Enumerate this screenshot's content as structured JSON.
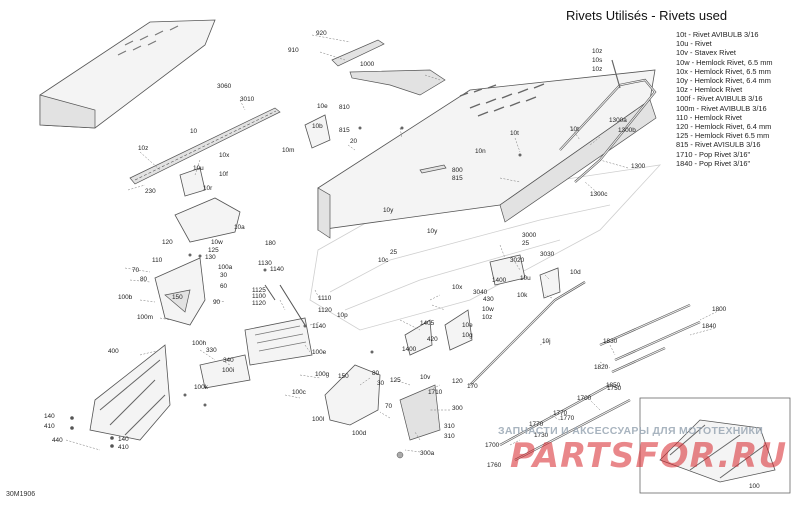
{
  "legend": {
    "title": "Rivets Utilisés - Rivets used",
    "items": [
      "10t - Rivet AVIBULB 3/16",
      "10u - Rivet",
      "10v - Stavex Rivet",
      "10w - Hemlock Rivet, 6.5 mm",
      "10x - Hemlock Rivet, 6.5 mm",
      "10y - Hemlock Rivet, 6.4 mm",
      "10z - Hemlock Rivet",
      "100f - Rivet AVIBULB 3/16",
      "100m - Rivet AVIBULB 3/16",
      "110 - Hemlock Rivet",
      "120 - Hemlock Rivet, 6.4 mm",
      "125 - Hemlock Rivet 6.5 mm",
      "815 - Rivet AVISULB 3/16",
      "1710 - Pop Rivet 3/16\"",
      "1840 - Pop Rivet 3/16\""
    ]
  },
  "diagram_code": "30M1906",
  "watermark": {
    "text": "ЗАПЧАСТИ И АКСЕССУАРЫ ДЛЯ МОТОТЕХНИКИ",
    "logo": "PARTSFOR.RU"
  },
  "callouts": [
    {
      "text": "10"
    },
    {
      "text": "3060"
    },
    {
      "text": "3010"
    },
    {
      "text": "10z"
    },
    {
      "text": "10u"
    },
    {
      "text": "10x"
    },
    {
      "text": "10r"
    },
    {
      "text": "10f"
    },
    {
      "text": "230"
    },
    {
      "text": "10a"
    },
    {
      "text": "120"
    },
    {
      "text": "10w"
    },
    {
      "text": "125"
    },
    {
      "text": "130"
    },
    {
      "text": "180"
    },
    {
      "text": "920"
    },
    {
      "text": "910"
    },
    {
      "text": "1000"
    },
    {
      "text": "10e"
    },
    {
      "text": "10b"
    },
    {
      "text": "10m"
    },
    {
      "text": "20"
    },
    {
      "text": "810"
    },
    {
      "text": "815"
    },
    {
      "text": "10t"
    },
    {
      "text": "10n"
    },
    {
      "text": "800"
    },
    {
      "text": "815"
    },
    {
      "text": "10y"
    },
    {
      "text": "10y"
    },
    {
      "text": "10c"
    },
    {
      "text": "25"
    },
    {
      "text": "10z"
    },
    {
      "text": "10s"
    },
    {
      "text": "10z"
    },
    {
      "text": "1300a"
    },
    {
      "text": "1300b"
    },
    {
      "text": "10t"
    },
    {
      "text": "1300"
    },
    {
      "text": "1300c"
    },
    {
      "text": "3000"
    },
    {
      "text": "25"
    },
    {
      "text": "3020"
    },
    {
      "text": "3030"
    },
    {
      "text": "10u"
    },
    {
      "text": "10d"
    },
    {
      "text": "10k"
    },
    {
      "text": "1400"
    },
    {
      "text": "10x"
    },
    {
      "text": "3040"
    },
    {
      "text": "430"
    },
    {
      "text": "10w"
    },
    {
      "text": "10z"
    },
    {
      "text": "1405"
    },
    {
      "text": "420"
    },
    {
      "text": "10e"
    },
    {
      "text": "10g"
    },
    {
      "text": "10j"
    },
    {
      "text": "1400"
    },
    {
      "text": "110"
    },
    {
      "text": "100a"
    },
    {
      "text": "70"
    },
    {
      "text": "80"
    },
    {
      "text": "150"
    },
    {
      "text": "90"
    },
    {
      "text": "100b"
    },
    {
      "text": "100m"
    },
    {
      "text": "1130"
    },
    {
      "text": "1140"
    },
    {
      "text": "1125"
    },
    {
      "text": "1100"
    },
    {
      "text": "1120"
    },
    {
      "text": "1110"
    },
    {
      "text": "1120"
    },
    {
      "text": "1140"
    },
    {
      "text": "30"
    },
    {
      "text": "60"
    },
    {
      "text": "10p"
    },
    {
      "text": "400"
    },
    {
      "text": "100h"
    },
    {
      "text": "330"
    },
    {
      "text": "340"
    },
    {
      "text": "100i"
    },
    {
      "text": "100k"
    },
    {
      "text": "100c"
    },
    {
      "text": "100e"
    },
    {
      "text": "100g"
    },
    {
      "text": "150"
    },
    {
      "text": "80"
    },
    {
      "text": "30"
    },
    {
      "text": "125"
    },
    {
      "text": "10v"
    },
    {
      "text": "120"
    },
    {
      "text": "170"
    },
    {
      "text": "1710"
    },
    {
      "text": "70"
    },
    {
      "text": "300"
    },
    {
      "text": "100l"
    },
    {
      "text": "100d"
    },
    {
      "text": "310"
    },
    {
      "text": "310"
    },
    {
      "text": "300a"
    },
    {
      "text": "140"
    },
    {
      "text": "410"
    },
    {
      "text": "440"
    },
    {
      "text": "140"
    },
    {
      "text": "410"
    },
    {
      "text": "1800"
    },
    {
      "text": "1840"
    },
    {
      "text": "1830"
    },
    {
      "text": "1820"
    },
    {
      "text": "1850"
    },
    {
      "text": "1750"
    },
    {
      "text": "1700"
    },
    {
      "text": "1770"
    },
    {
      "text": "1770"
    },
    {
      "text": "1770"
    },
    {
      "text": "1730"
    },
    {
      "text": "1700"
    },
    {
      "text": "1760"
    },
    {
      "text": "100"
    }
  ]
}
